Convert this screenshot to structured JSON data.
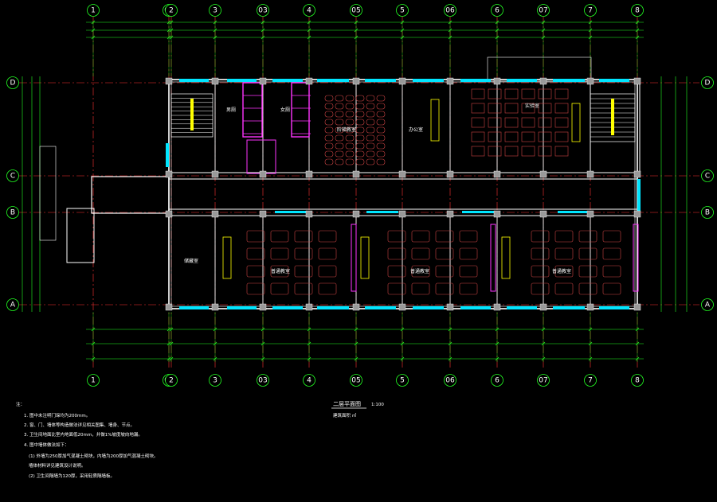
{
  "drawing": {
    "col_axes": [
      "1",
      "02",
      "2",
      "3",
      "03",
      "4",
      "05",
      "5",
      "06",
      "6",
      "07",
      "7",
      "8"
    ],
    "row_axes": [
      "D",
      "C",
      "B",
      "A"
    ],
    "rooms": [
      {
        "id": "male-toilet",
        "label": "男厕"
      },
      {
        "id": "female-toilet",
        "label": "女厕"
      },
      {
        "id": "classroom-1",
        "label": "阶梯教室"
      },
      {
        "id": "office-1",
        "label": "办公室"
      },
      {
        "id": "classroom-2",
        "label": "普通教室"
      },
      {
        "id": "classroom-3",
        "label": "普通教室"
      },
      {
        "id": "classroom-4",
        "label": "普通教室"
      },
      {
        "id": "storage",
        "label": "储藏室"
      },
      {
        "id": "lab-1",
        "label": "实验室"
      }
    ],
    "title": "二层平面图",
    "scale": "1:100",
    "subtitle": "建筑面积 ㎡",
    "notes": [
      "注：",
      "1.  图中未注明门垛均为200mm。",
      "2.  窗、门、墙体等构造做法详见相关图集、墙身、节点。",
      "3.  卫生间地面比室内地面低20mm，并做1%坡度坡向地漏。",
      "4.  图中墙体做法如下：",
      "(1)  外墙为250厚加气混凝土砌块，内墙为200厚加气混凝土砌块。",
      "     墙体材料详见建筑设计说明。",
      "(2)  卫生间隔墙为120厚，采用轻质隔墙板。"
    ]
  },
  "colors": {
    "axis": "#ff3333",
    "wall": "#ffffff",
    "dimension": "#22ff22",
    "window": "#00e5ff",
    "furniture": "#cc4444",
    "fixture": "#ff33ff",
    "stair": "#ffff00",
    "column": "#999999"
  }
}
